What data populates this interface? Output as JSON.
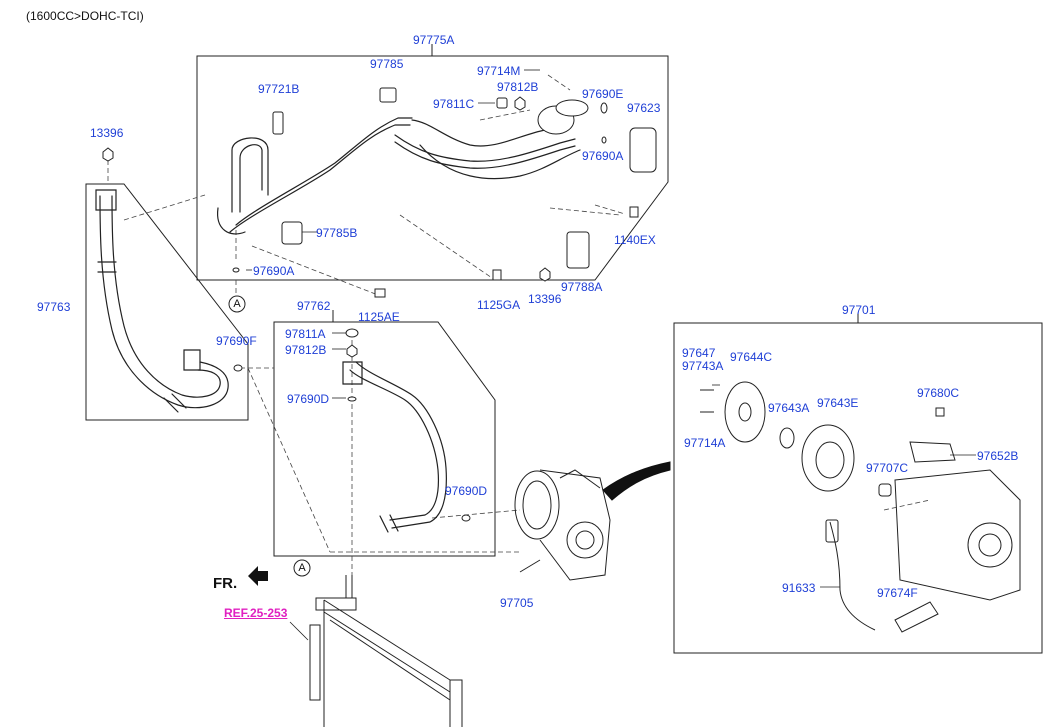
{
  "header": {
    "engine_spec": "(1600CC>DOHC-TCI)"
  },
  "labels": {
    "p97775A": "97775A",
    "p97785": "97785",
    "p97714M": "97714M",
    "p97721B": "97721B",
    "p97812B_top": "97812B",
    "p97690E": "97690E",
    "p97811C_top": "97811C",
    "p97623": "97623",
    "p13396_left": "13396",
    "p97690A_top": "97690A",
    "p97785B": "97785B",
    "p1140EX": "1140EX",
    "p97690A_bottom": "97690A",
    "p1125GA": "1125GA",
    "p13396_mid": "13396",
    "p97788A": "97788A",
    "p97763": "97763",
    "p97762": "97762",
    "p1125AE": "1125AE",
    "p97701": "97701",
    "p97811A": "97811A",
    "p97812B_mid": "97812B",
    "p97690F": "97690F",
    "p97647": "97647",
    "p97644C": "97644C",
    "p97743A": "97743A",
    "p97690D_left": "97690D",
    "p97643A": "97643A",
    "p97643E": "97643E",
    "p97680C": "97680C",
    "p97714A": "97714A",
    "p97652B": "97652B",
    "p97707C": "97707C",
    "p97690D_right": "97690D",
    "p91633": "91633",
    "p97674F": "97674F",
    "p97705": "97705"
  },
  "markers": {
    "a_top": "A",
    "a_bottom": "A"
  },
  "direction": {
    "front": "FR."
  },
  "reference": {
    "link": "REF.25-253"
  },
  "colors": {
    "label": "#1f3fd6",
    "reference": "#e020c0",
    "line": "#222222"
  }
}
